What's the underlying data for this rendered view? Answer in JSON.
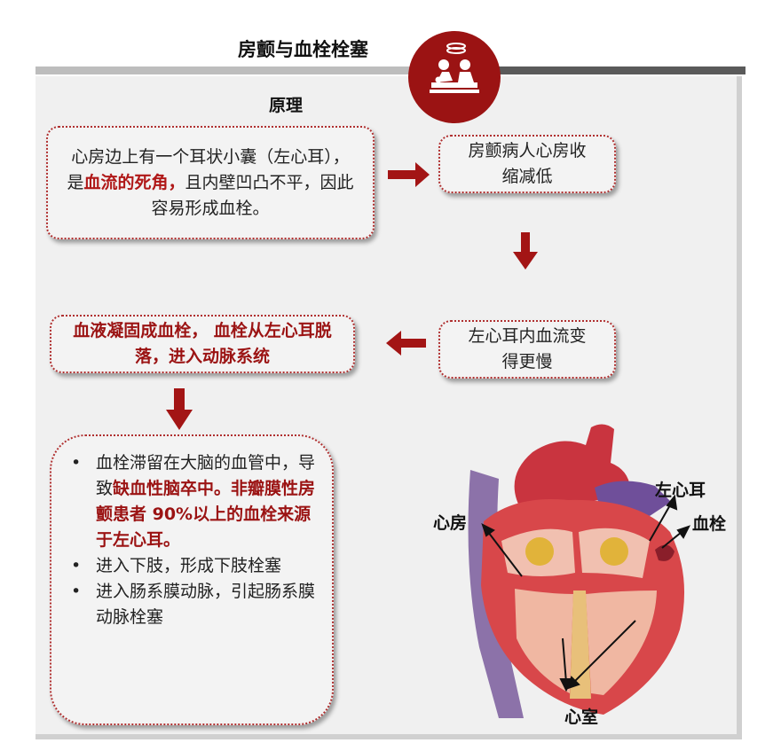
{
  "header": {
    "title": "房颤与血栓栓塞",
    "badge_icon": "doctor-patient-icon",
    "accent_color": "#9b1313"
  },
  "section_title": "原理",
  "boxes": {
    "ear_pouch": {
      "pre": "心房边上有一个耳状小囊（左心耳），是",
      "highlight": "血流的死角，",
      "post": "且内壁凹凸不平，因此容易形成血栓。"
    },
    "atrial_contraction": "房颤病人心房收缩减低",
    "slower_flow": "左心耳内血流变得更慢",
    "clot_detach": "血液凝固成血栓， 血栓从左心耳脱落，进入动脉系统",
    "consequences": {
      "item1_pre": "血栓滞留在大脑的血管中，导致",
      "item1_highlight": "缺血性脑卒中。非瓣膜性房颤患者 90%以上的血栓来源于左心耳。",
      "item2": "进入下肢，形成下肢栓塞",
      "item3": "进入肠系膜动脉，引起肠系膜动脉栓塞"
    }
  },
  "heart_labels": {
    "atrium": "心房",
    "left_atrial_appendage": "左心耳",
    "thrombus": "血栓",
    "ventricle": "心室"
  }
}
